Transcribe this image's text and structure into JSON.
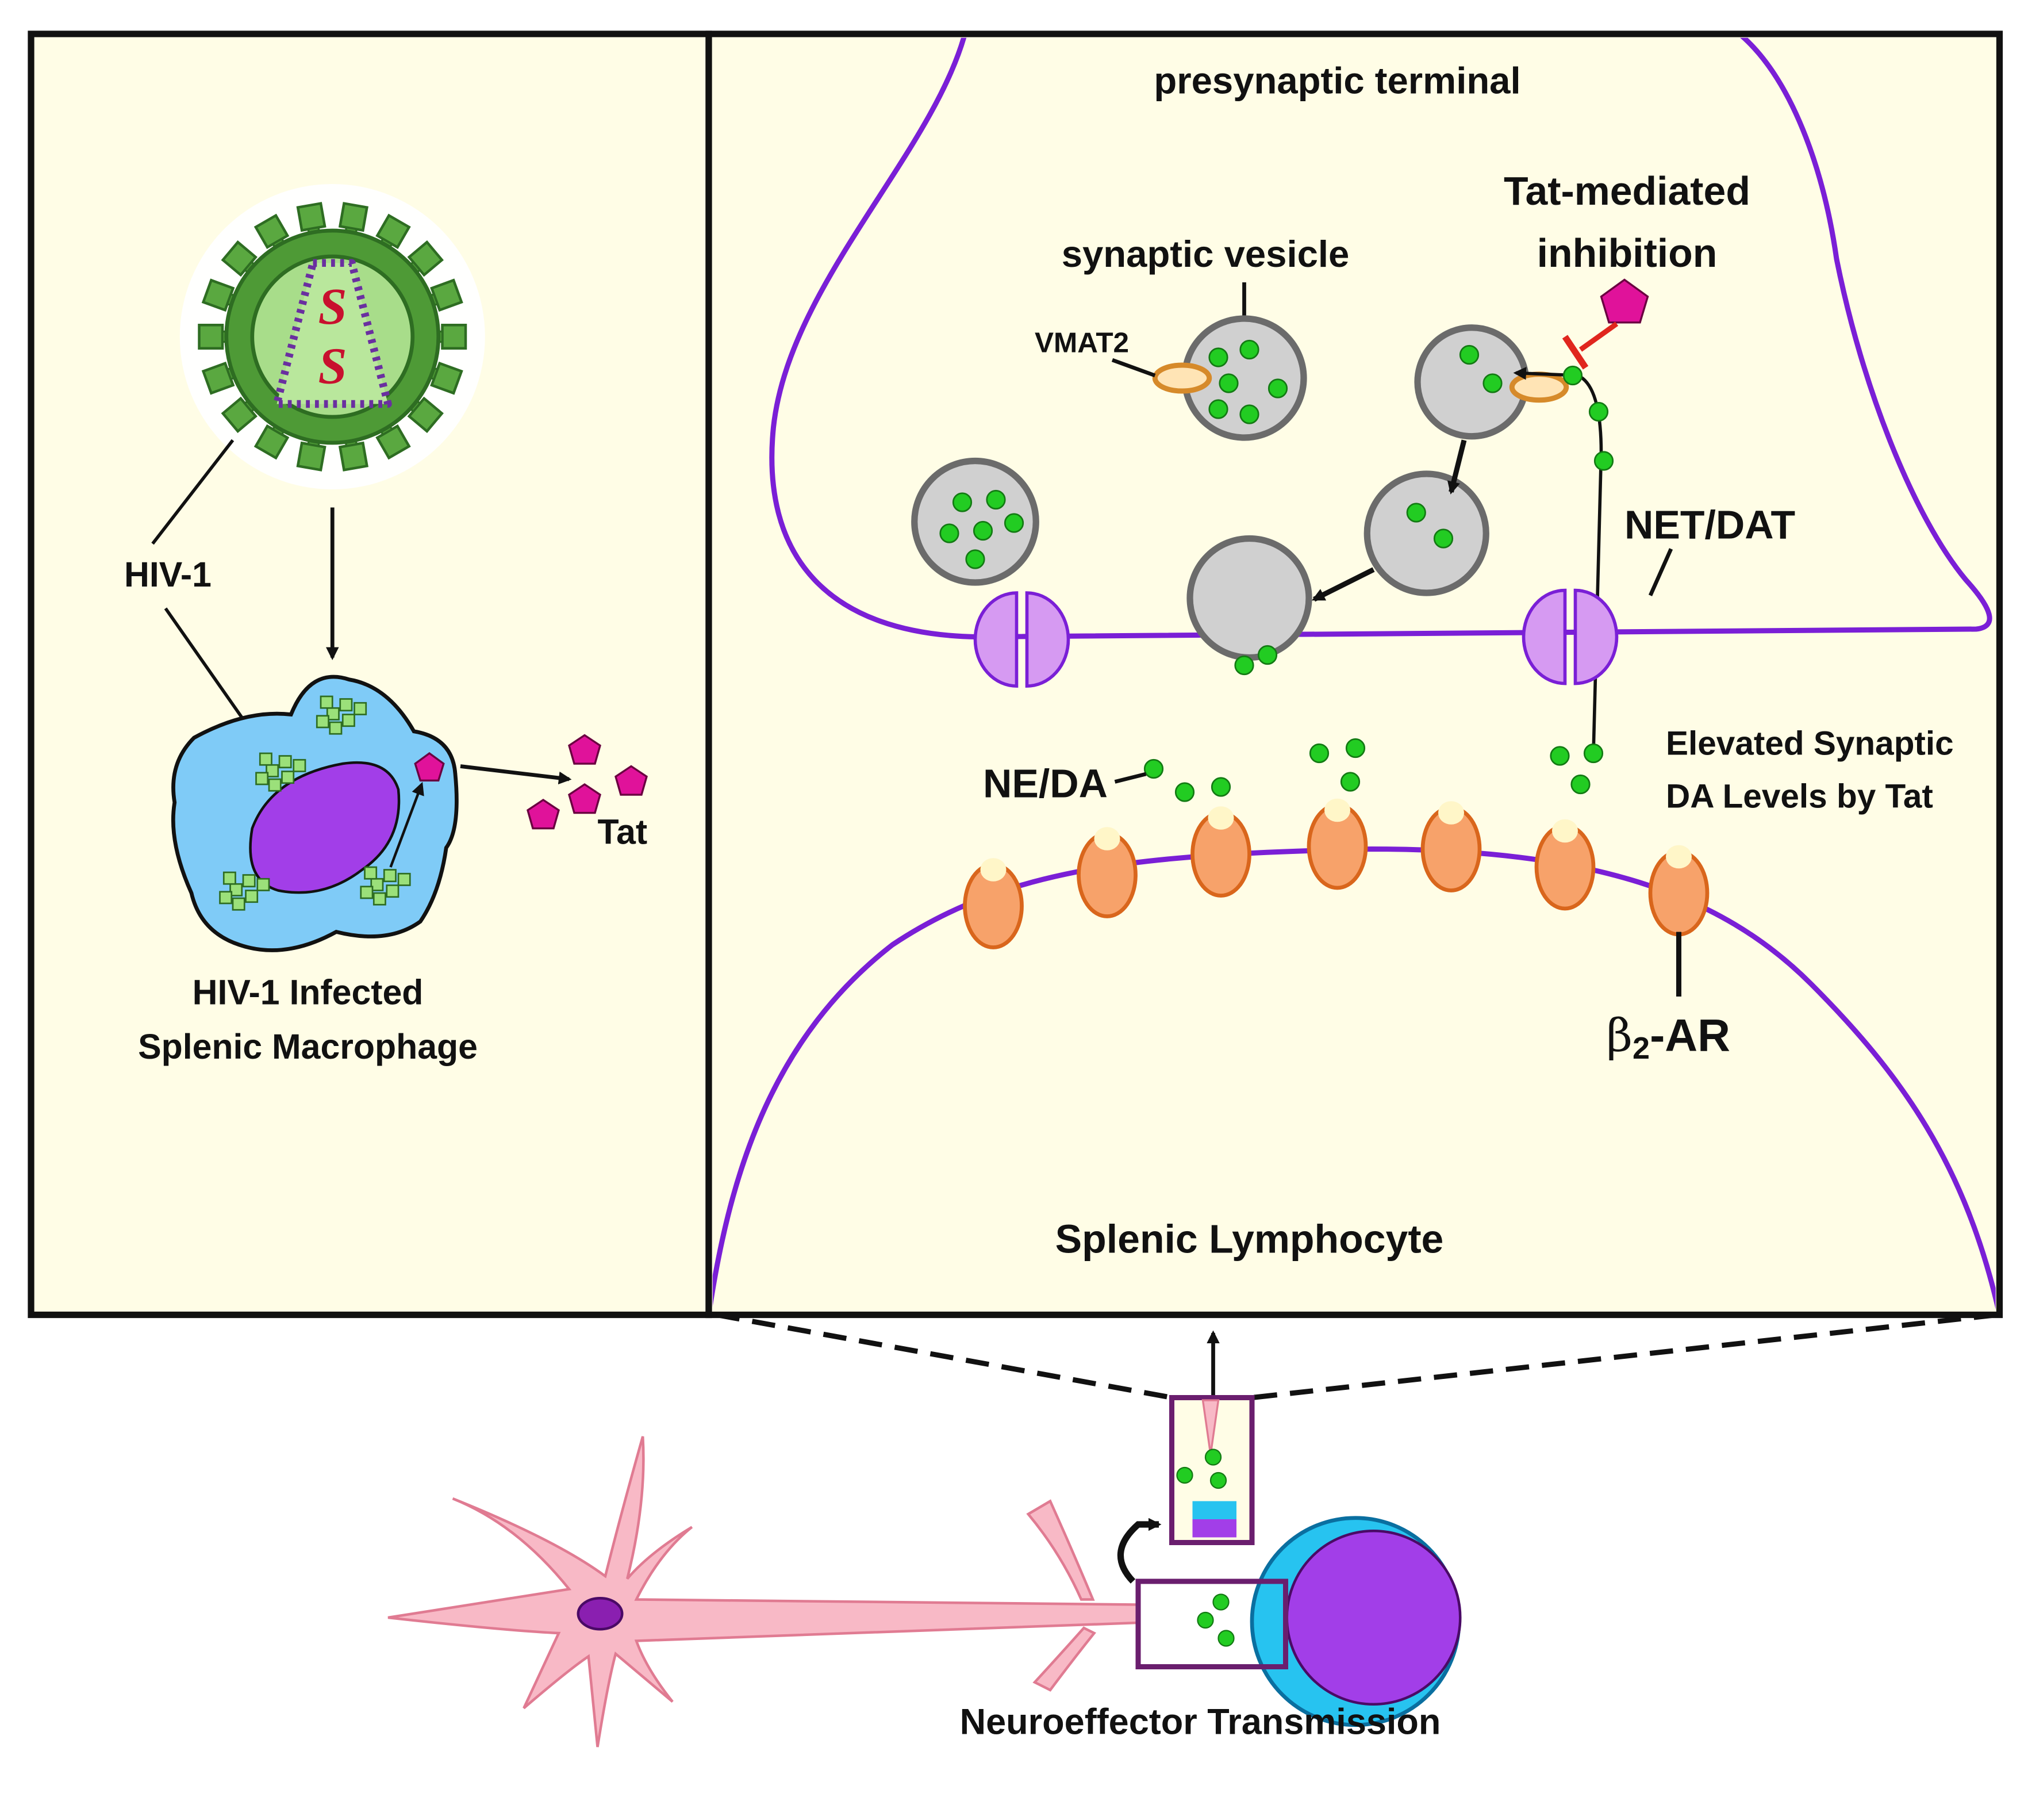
{
  "left_panel": {
    "virus_label": "HIV-1",
    "rna_glyph": "S",
    "macrophage_label_line1": "HIV-1 Infected",
    "macrophage_label_line2": "Splenic Macrophage",
    "tat_label": "Tat"
  },
  "right_panel": {
    "presynaptic_label": "presynaptic terminal",
    "vesicle_label": "synaptic vesicle",
    "vmat2_label": "VMAT2",
    "inhibition_label_line1": "Tat-mediated",
    "inhibition_label_line2": "inhibition",
    "transporter_label": "NET/DAT",
    "neurotransmitter_label": "NE/DA",
    "elevated_label_line1": "Elevated Synaptic",
    "elevated_label_line2": "DA Levels by Tat",
    "receptor_label_main": "β",
    "receptor_label_sub": "2",
    "receptor_label_tail": "-AR",
    "lymphocyte_label": "Splenic Lymphocyte"
  },
  "bottom": {
    "transmission_label": "Neuroeffector Transmission"
  },
  "colors": {
    "panel_bg": "#FFFDE6",
    "membrane": "#7A1FD6",
    "virus_green": "#3E8E2E",
    "macrophage_blue": "#7FCBF7",
    "nucleus_purple": "#A23EE8",
    "tat_magenta": "#E0129A",
    "vesicle_gray": "#D0D0D0",
    "neurotransmitter_green": "#22CC22",
    "transporter_lilac": "#D69AF2",
    "receptor_orange": "#F7A26A",
    "neuron_pink": "#F8B9C6",
    "inhibit_red": "#E0261E"
  }
}
